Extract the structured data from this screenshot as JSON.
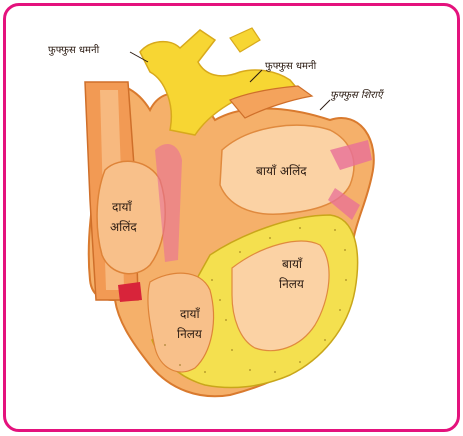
{
  "diagram": {
    "labels": {
      "pulmonary_artery": "फुफ्फुस धमनी",
      "pulmonary_artery_right": "फुफ्फुस धमनी",
      "pulmonary_veins": "फुफ्फुस शिराएँ",
      "left_atrium": "बायाँ अलिंद",
      "right_atrium_line1": "दायाँ",
      "right_atrium_line2": "अलिंद",
      "left_ventricle_line1": "बायाँ",
      "left_ventricle_line2": "निलय",
      "right_ventricle_line1": "दायाँ",
      "right_ventricle_line2": "निलय"
    },
    "colors": {
      "frame": "#e4127d",
      "muscle_outer": "#f3a24c",
      "muscle_inner": "#fbd2a4",
      "vessel_yellow": "#f7d633",
      "vessel_pink": "#e86f98",
      "myocardium_yellow": "#f4e04f"
    }
  }
}
